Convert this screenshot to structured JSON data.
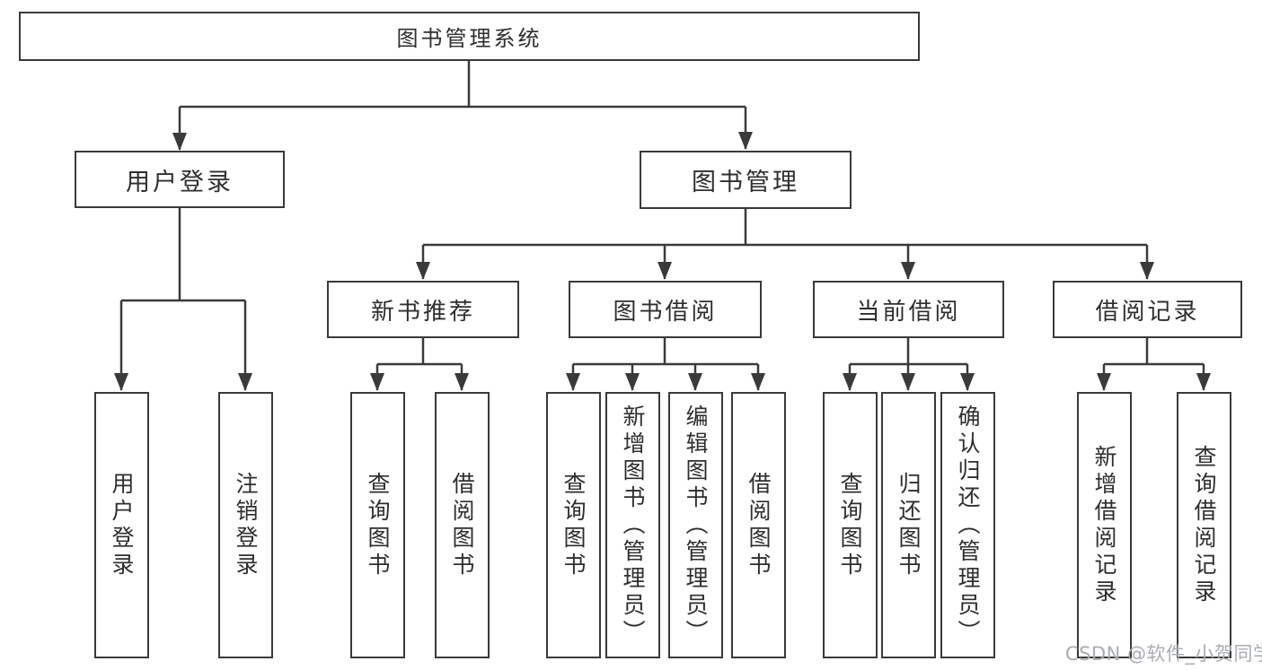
{
  "diagram": {
    "root": {
      "label": "图书管理系统"
    },
    "level2": [
      {
        "label": "用户登录"
      },
      {
        "label": "图书管理"
      }
    ],
    "level3": [
      {
        "label": "新书推荐"
      },
      {
        "label": "图书借阅"
      },
      {
        "label": "当前借阅"
      },
      {
        "label": "借阅记录"
      }
    ],
    "level4": [
      {
        "label": "用户登录"
      },
      {
        "label": "注销登录"
      },
      {
        "label": "查询图书"
      },
      {
        "label": "借阅图书"
      },
      {
        "label": "查询图书"
      },
      {
        "label": "新增图书（管理员）"
      },
      {
        "label": "编辑图书（管理员）"
      },
      {
        "label": "借阅图书"
      },
      {
        "label": "查询图书"
      },
      {
        "label": "归还图书"
      },
      {
        "label": "确认归还（管理员）"
      },
      {
        "label": "新增借阅记录"
      },
      {
        "label": "查询借阅记录"
      }
    ],
    "colors": {
      "line": "#3a3a3a",
      "text": "#2e2e2e",
      "watermark_gray": "#a9adb2"
    }
  },
  "watermark": "CSDN @软件_小贺同学"
}
